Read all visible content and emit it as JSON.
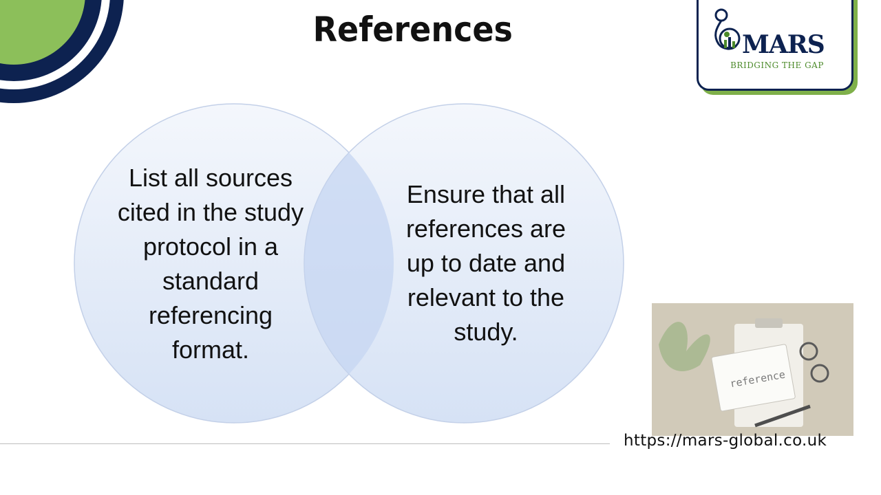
{
  "slide": {
    "title": "References",
    "left_text": "List all sources cited in the study protocol in a standard referencing format.",
    "right_text": "Ensure that all references are up to date and relevant to the study.",
    "url": "https://mars-global.co.uk"
  },
  "logo": {
    "name": "MARS",
    "tagline": "BRIDGING THE GAP"
  },
  "photo": {
    "notepad_word": "reference"
  },
  "colors": {
    "navy": "#0d2250",
    "green": "#8cbf5a",
    "circle_fill": "#dde7f7",
    "circle_edge": "#b9c8e4"
  }
}
